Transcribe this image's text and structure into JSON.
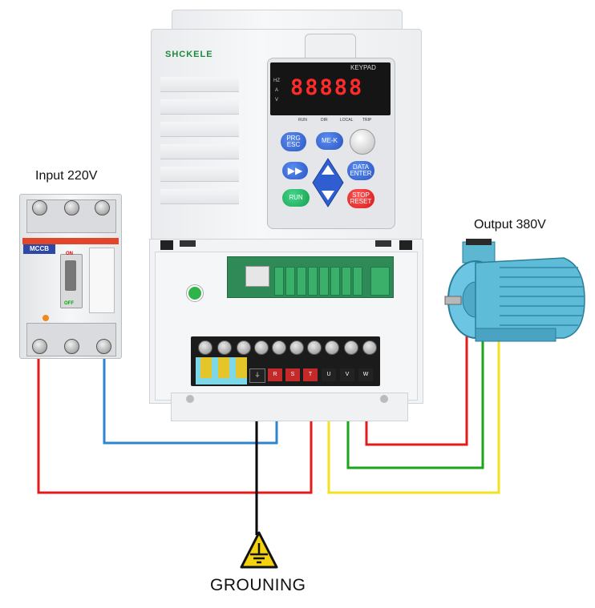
{
  "labels": {
    "input": "Input 220V",
    "output": "Output 380V",
    "ground": "GROUNING"
  },
  "inverter": {
    "brand": "SHCKELE",
    "keypad_title": "KEYPAD",
    "display_digits": "88888",
    "indicators": [
      "HZ",
      "A",
      "V"
    ],
    "status_leds": [
      "RUN",
      "DIR",
      "LOCAL",
      "TRIP"
    ],
    "buttons": {
      "prg_esc": [
        "PRG",
        "ESC"
      ],
      "me_k": "ME-K",
      "data_enter": [
        "DATA",
        "ENTER"
      ],
      "run": "RUN",
      "stop_reset": [
        "STOP",
        "RESET"
      ]
    },
    "terminals": [
      "⏚",
      "R",
      "S",
      "T",
      "U",
      "V",
      "W"
    ]
  },
  "breaker": {
    "model": "MCCB",
    "on_text": "ON",
    "off_text": "OFF"
  },
  "wire_colors": {
    "red": "#e31b1b",
    "blue": "#2e86d1",
    "black": "#000000",
    "green": "#1aa51a",
    "yellow": "#f3e21d"
  }
}
